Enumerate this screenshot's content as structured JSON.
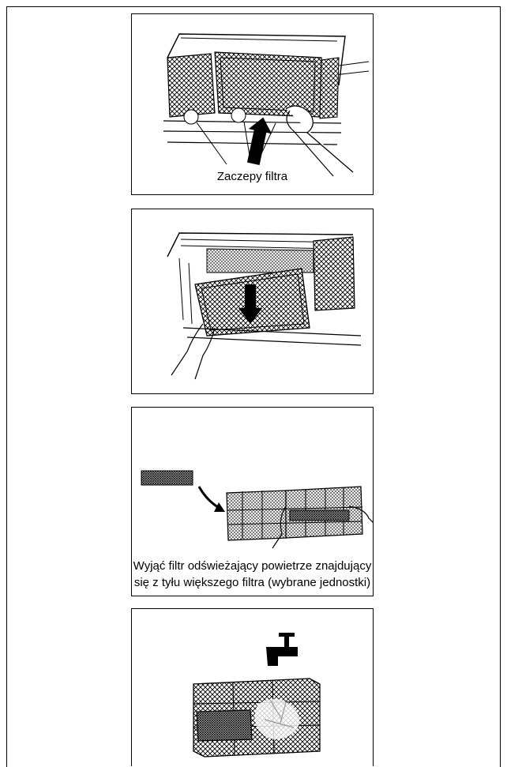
{
  "figures": {
    "remove_filter": {
      "label": "Zaczepy filtra"
    },
    "lower_filter": {},
    "freshening_filter": {
      "caption_line1": "Wyjąć filtr odświeżający powietrze znajdujący",
      "caption_line2": "się z tyłu większego filtra (wybrane jednostki)"
    },
    "wash_filter": {}
  }
}
